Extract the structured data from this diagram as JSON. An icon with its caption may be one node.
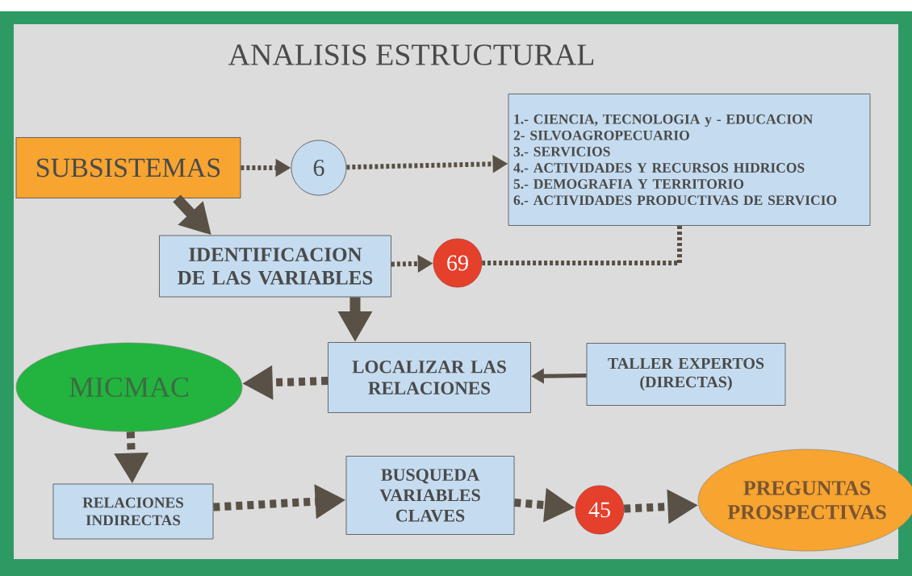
{
  "diagram": {
    "title": "ANALISIS ESTRUCTURAL",
    "nodes": [
      {
        "text": [
          "SUBSISTEMAS"
        ]
      },
      {
        "text": [
          "6"
        ]
      },
      {
        "text": [
          "1.- CIENCIA, TECNOLOGIA y - EDUCACION",
          "2- SILVOAGROPECUARIO",
          "3.- SERVICIOS",
          "4.- ACTIVIDADES Y RECURSOS HIDRICOS",
          "5.- DEMOGRAFIA Y TERRITORIO",
          "6.- ACTIVIDADES PRODUCTIVAS DE SERVICIO"
        ]
      },
      {
        "text": [
          "IDENTIFICACION DE LAS VARIABLES"
        ]
      },
      {
        "text": [
          "69"
        ]
      },
      {
        "text": [
          "LOCALIZAR LAS RELACIONES"
        ]
      },
      {
        "text": [
          "TALLER EXPERTOS (DIRECTAS)"
        ]
      },
      {
        "text": [
          "MICMAC"
        ]
      },
      {
        "text": [
          "RELACIONES INDIRECTAS"
        ]
      },
      {
        "text": [
          "BUSQUEDA VARIABLES CLAVES"
        ]
      },
      {
        "text": [
          "45"
        ]
      },
      {
        "text": [
          "PREGUNTAS PROSPECTIVAS"
        ]
      }
    ],
    "edges": [
      {
        "from": 0,
        "to": 1,
        "arrow": "to",
        "style": "dashed"
      },
      {
        "from": 1,
        "to": 2,
        "arrow": "to",
        "style": "dashed"
      },
      {
        "from": 0,
        "to": 3,
        "arrow": "to"
      },
      {
        "from": 3,
        "to": 4,
        "arrow": "to",
        "style": "dashed"
      },
      {
        "from": 2,
        "to": 4,
        "arrow": "none",
        "style": "dashed"
      },
      {
        "from": 3,
        "to": 5,
        "arrow": "to"
      },
      {
        "from": 6,
        "to": 5,
        "arrow": "to"
      },
      {
        "from": 5,
        "to": 7,
        "arrow": "to",
        "style": "dashed"
      },
      {
        "from": 7,
        "to": 8,
        "arrow": "to",
        "style": "dashed"
      },
      {
        "from": 8,
        "to": 9,
        "arrow": "to",
        "style": "dashed"
      },
      {
        "from": 9,
        "to": 10,
        "arrow": "to",
        "style": "dashed"
      },
      {
        "from": 10,
        "to": 11,
        "arrow": "to",
        "style": "dashed"
      }
    ]
  }
}
